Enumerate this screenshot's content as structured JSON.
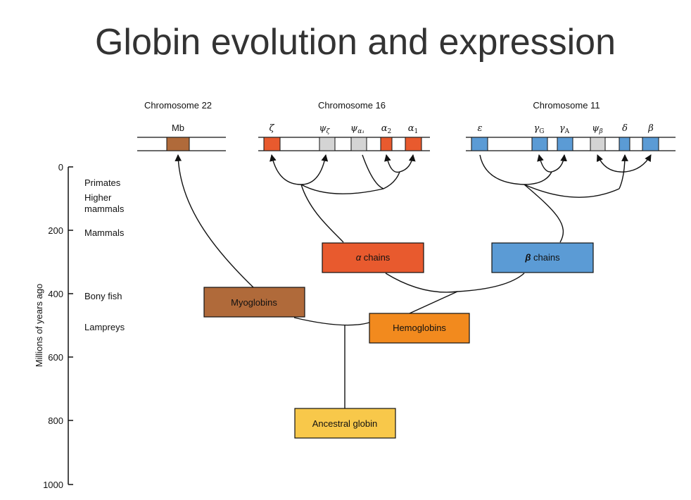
{
  "title": "Globin evolution and expression",
  "axis": {
    "label": "Millions of years ago",
    "ticks": [
      "0",
      "200",
      "400",
      "600",
      "800",
      "1000"
    ],
    "tick_values": [
      0,
      200,
      400,
      600,
      800,
      1000
    ]
  },
  "eras": [
    {
      "label": "Primates",
      "mya": 50
    },
    {
      "label": "Higher",
      "mya": 98
    },
    {
      "label": "mammals",
      "mya": 134
    },
    {
      "label": "Mammals",
      "mya": 210
    },
    {
      "label": "Bony fish",
      "mya": 410
    },
    {
      "label": "Lampreys",
      "mya": 508
    }
  ],
  "chromosomes": [
    {
      "id": "chr22",
      "label": "Chromosome 22"
    },
    {
      "id": "chr16",
      "label": "Chromosome 16"
    },
    {
      "id": "chr11",
      "label": "Chromosome 11"
    }
  ],
  "genes": {
    "mb": {
      "label": "Mb",
      "color": "#B06A3A"
    },
    "zeta": {
      "sym": "ζ",
      "color": "#E85A2E"
    },
    "psi_zeta": {
      "sym": "ψ",
      "sub": "ζ",
      "color": "#D4D4D4"
    },
    "psi_alpha1": {
      "sym": "ψ",
      "sub": "α₁",
      "color": "#D4D4D4"
    },
    "alpha2": {
      "sym": "α",
      "sub": "2",
      "color": "#E85A2E"
    },
    "alpha1": {
      "sym": "α",
      "sub": "1",
      "color": "#E85A2E"
    },
    "epsilon": {
      "sym": "ε",
      "color": "#5B9BD5"
    },
    "gamma_g": {
      "sym": "γ",
      "sub": "G",
      "color": "#5B9BD5"
    },
    "gamma_a": {
      "sym": "γ",
      "sub": "A",
      "color": "#5B9BD5"
    },
    "psi_beta": {
      "sym": "ψ",
      "sub": "β",
      "color": "#D4D4D4"
    },
    "delta": {
      "sym": "δ",
      "color": "#5B9BD5"
    },
    "beta": {
      "sym": "β",
      "color": "#5B9BD5"
    }
  },
  "boxes": {
    "alpha_chains": {
      "prefix": "α",
      "label": " chains",
      "color": "#E85A2E"
    },
    "beta_chains": {
      "prefix": "β",
      "label": " chains",
      "color": "#5B9BD5"
    },
    "myoglobins": {
      "label": "Myoglobins",
      "color": "#B06A3A"
    },
    "hemoglobins": {
      "label": "Hemoglobins",
      "color": "#F28A1E"
    },
    "ancestral": {
      "label": "Ancestral globin",
      "color": "#F8C84A"
    }
  }
}
